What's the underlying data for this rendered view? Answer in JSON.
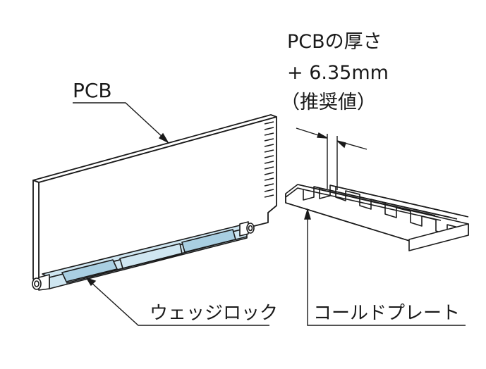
{
  "labels": {
    "pcb": "PCB",
    "thickness_line1": "PCBの厚さ",
    "thickness_line2": "+ 6.35mm",
    "thickness_line3": "（推奨値）",
    "wedge_lock": "ウェッジロック",
    "cold_plate": "コールドプレート"
  },
  "colors": {
    "outline": "#1a1a1a",
    "wedge_lock_fill": "#cfe6f1",
    "wedge_lock_fill_dark": "#a9cfe2",
    "background": "#ffffff"
  }
}
